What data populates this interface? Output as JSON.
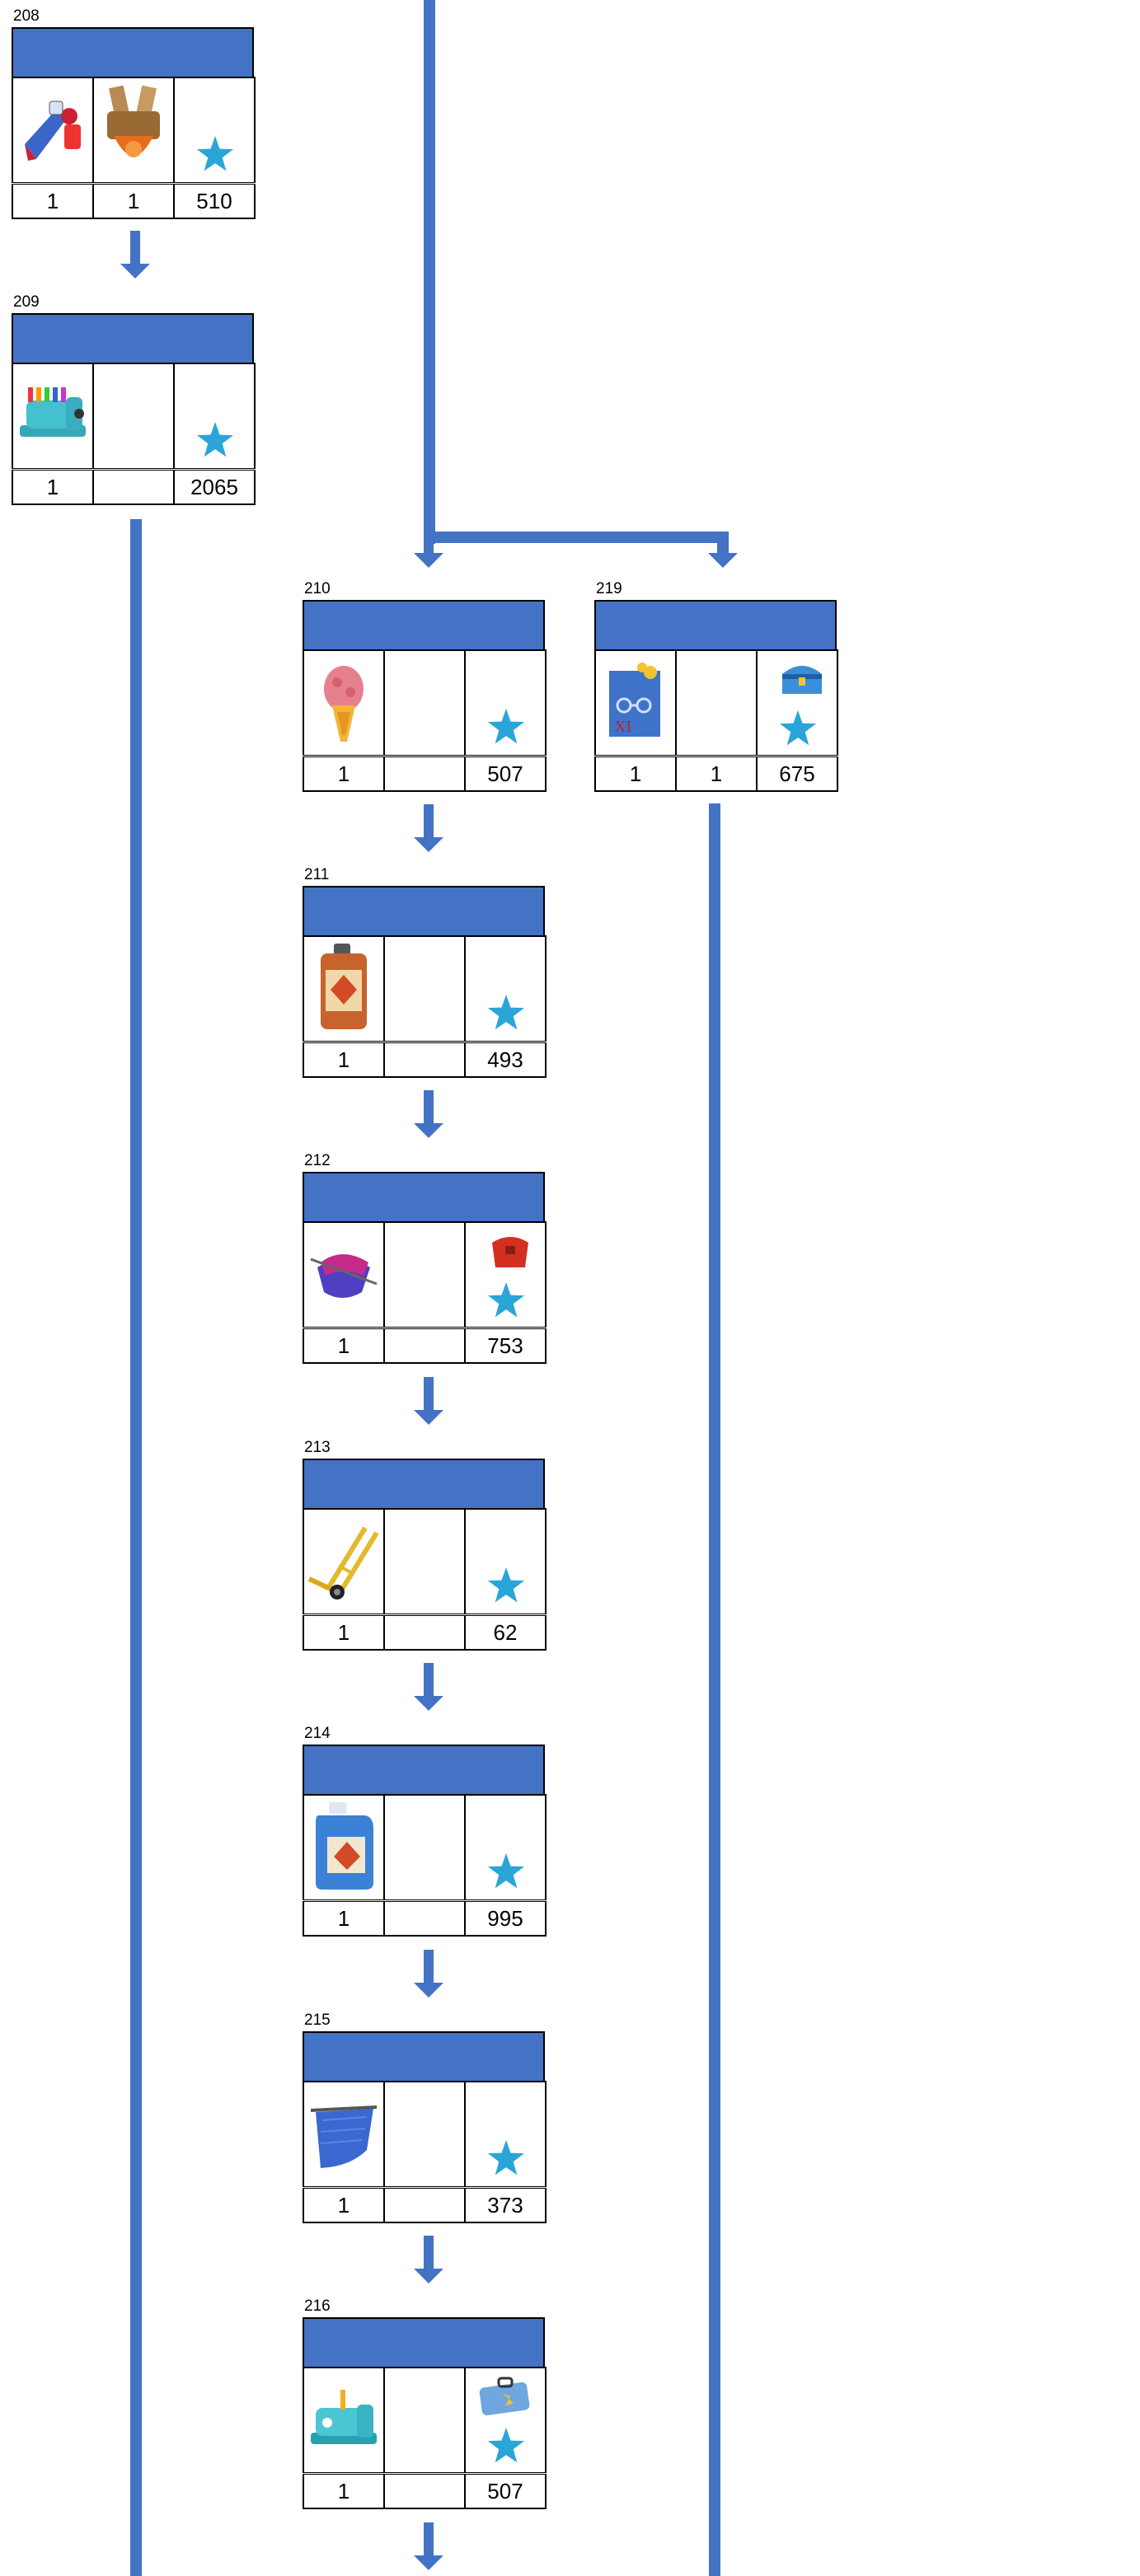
{
  "nodes": [
    {
      "id": "208",
      "values": [
        "1",
        "1",
        "510"
      ],
      "items": [
        "tube-items-icon",
        "cargo-bag-icon"
      ],
      "reward": "star-icon"
    },
    {
      "id": "209",
      "values": [
        "1",
        "",
        "2065"
      ],
      "items": [
        "sewing-machine-icon"
      ],
      "reward": "star-icon"
    },
    {
      "id": "210",
      "values": [
        "1",
        "",
        "507"
      ],
      "items": [
        "coral-brush-icon"
      ],
      "reward": "star-icon"
    },
    {
      "id": "211",
      "values": [
        "1",
        "",
        "493"
      ],
      "items": [
        "oil-can-icon"
      ],
      "reward": "star-icon"
    },
    {
      "id": "212",
      "values": [
        "1",
        "",
        "753"
      ],
      "items": [
        "knitting-icon"
      ],
      "reward": "red-bag-icon"
    },
    {
      "id": "213",
      "values": [
        "1",
        "",
        "62"
      ],
      "items": [
        "hand-truck-icon"
      ],
      "reward": "star-icon"
    },
    {
      "id": "214",
      "values": [
        "1",
        "",
        "995"
      ],
      "items": [
        "detergent-jug-icon"
      ],
      "reward": "star-icon"
    },
    {
      "id": "215",
      "values": [
        "1",
        "",
        "373"
      ],
      "items": [
        "blue-cloth-icon"
      ],
      "reward": "star-icon"
    },
    {
      "id": "216",
      "values": [
        "1",
        "",
        "507"
      ],
      "items": [
        "sewing-machine-small-icon"
      ],
      "reward": "blue-case-icon"
    },
    {
      "id": "219",
      "values": [
        "1",
        "1",
        "675"
      ],
      "items": [
        "blueprint-xi-icon"
      ],
      "reward": "blue-chest-icon"
    }
  ],
  "accent_color": "#4472c4",
  "star_color": "#2aa5d8"
}
